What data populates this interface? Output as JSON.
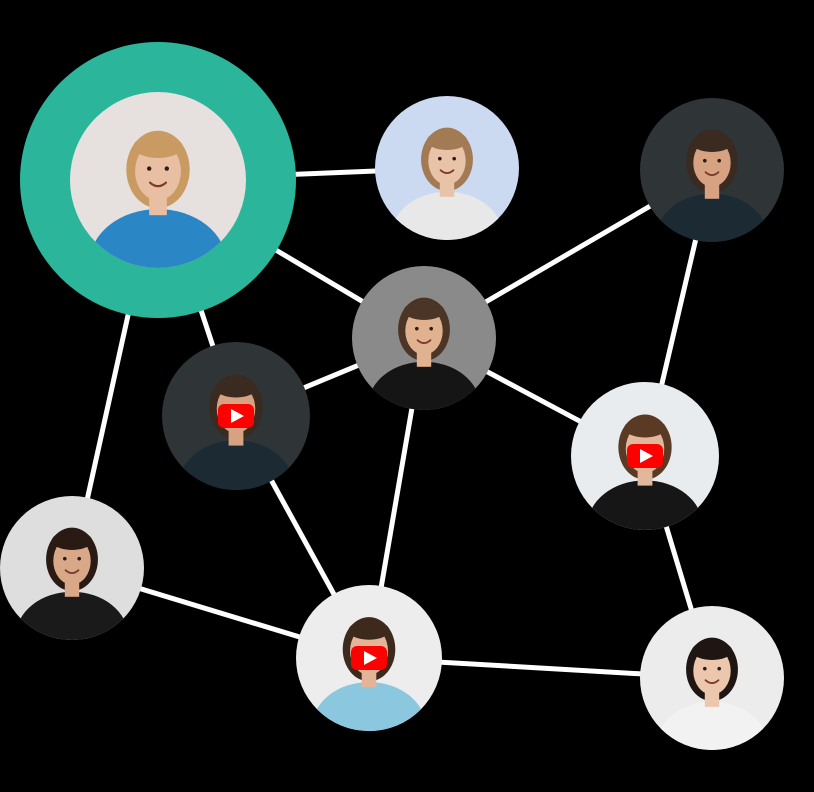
{
  "colors": {
    "background": "#000000",
    "accent": "#2bb59a",
    "edge": "#ffffff",
    "play_button": "#ff0000",
    "play_triangle": "#ffffff"
  },
  "network": {
    "nodes": [
      {
        "id": "n1",
        "person": "woman-blond-denim-shirt",
        "highlighted": true,
        "has_video": false,
        "skin": "#e9bfa3",
        "hair": "#c99a62",
        "shirt": "#2a86c4",
        "bg": "#e6e1de"
      },
      {
        "id": "n2",
        "person": "woman-glasses-wavy-hair",
        "highlighted": false,
        "has_video": false,
        "skin": "#e8c3a8",
        "hair": "#a27a54",
        "shirt": "#e8e8e8",
        "bg": "#cbdaf0"
      },
      {
        "id": "n3",
        "person": "man-glasses-black-hoodie",
        "highlighted": false,
        "has_video": false,
        "skin": "#e0b290",
        "hair": "#4a3526",
        "shirt": "#151515",
        "bg": "#8a8a8a"
      },
      {
        "id": "n4",
        "person": "man-beard-smiling",
        "highlighted": false,
        "has_video": false,
        "skin": "#d6a282",
        "hair": "#3a2a20",
        "shirt": "#1c2a33",
        "bg": "#2f3437"
      },
      {
        "id": "n5",
        "person": "man-beard-dark-shirt",
        "highlighted": false,
        "has_video": true,
        "skin": "#d6a282",
        "hair": "#3a2a20",
        "shirt": "#1c2a33",
        "bg": "#2f3437"
      },
      {
        "id": "n6",
        "person": "woman-long-hair-black-shirt",
        "highlighted": false,
        "has_video": true,
        "skin": "#e2b89c",
        "hair": "#5a3a24",
        "shirt": "#161616",
        "bg": "#e9ecef"
      },
      {
        "id": "n7",
        "person": "woman-dark-hair-black-top",
        "highlighted": false,
        "has_video": false,
        "skin": "#d9a888",
        "hair": "#2a1a14",
        "shirt": "#1a1a1a",
        "bg": "#dedede"
      },
      {
        "id": "n8",
        "person": "man-light-blue-tshirt",
        "highlighted": false,
        "has_video": true,
        "skin": "#e3b497",
        "hair": "#3d2a1d",
        "shirt": "#8cc7e0",
        "bg": "#ededed"
      },
      {
        "id": "n9",
        "person": "woman-hair-bun-smiling",
        "highlighted": false,
        "has_video": false,
        "skin": "#ecc6ad",
        "hair": "#1f1613",
        "shirt": "#f2f2f2",
        "bg": "#ececec"
      }
    ],
    "edges": [
      [
        "n1",
        "n2"
      ],
      [
        "n1",
        "n3"
      ],
      [
        "n1",
        "n5"
      ],
      [
        "n1",
        "n7"
      ],
      [
        "n3",
        "n4"
      ],
      [
        "n3",
        "n5"
      ],
      [
        "n3",
        "n6"
      ],
      [
        "n3",
        "n8"
      ],
      [
        "n4",
        "n6"
      ],
      [
        "n5",
        "n8"
      ],
      [
        "n7",
        "n8"
      ],
      [
        "n6",
        "n9"
      ],
      [
        "n8",
        "n9"
      ]
    ]
  }
}
